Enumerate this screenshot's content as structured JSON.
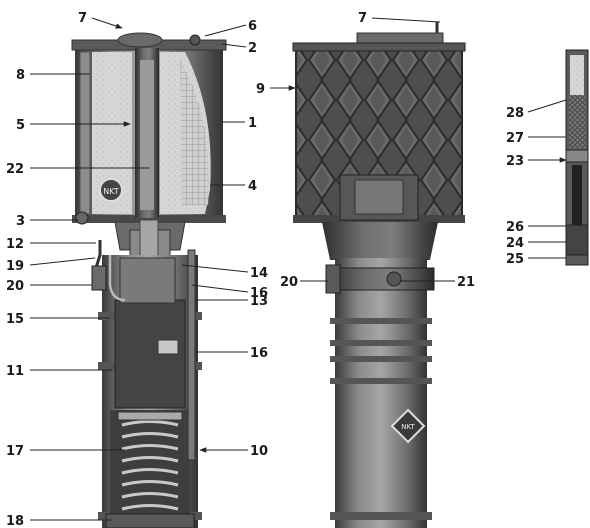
{
  "figure": {
    "labels": [
      "1",
      "2",
      "3",
      "4",
      "5",
      "6",
      "7",
      "8",
      "9",
      "10",
      "11",
      "12",
      "13",
      "14",
      "15",
      "16",
      "17",
      "18",
      "19",
      "20",
      "21",
      "22",
      "23",
      "24",
      "25",
      "26",
      "27",
      "28"
    ],
    "emblem_text": "NKT"
  },
  "colors": {
    "metal_dark": "#4a4a4a",
    "metal_mid": "#7a7a7a",
    "metal_light": "#bdbdbd",
    "filler": "#d9d9d9",
    "diamond_fill": "#5c5c5c",
    "diamond_line": "#2e2e2e"
  },
  "icons": {
    "emblem": "diamond-emblem-icon",
    "arrow": "arrowhead-icon"
  }
}
